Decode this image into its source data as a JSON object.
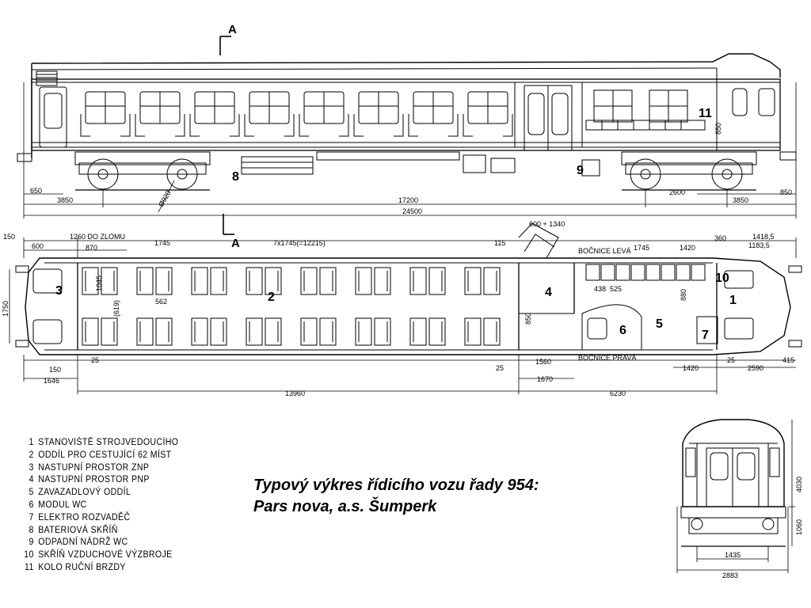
{
  "title": {
    "line1": "Typový výkres řídicího vozu řady 954:",
    "line2": "Pars nova, a.s. Šumperk"
  },
  "section_marks": {
    "top": "A",
    "bottom": "A"
  },
  "legend": [
    {
      "num": "1",
      "text": "STANOVIŠTĚ STROJVEDOUCÍHO"
    },
    {
      "num": "2",
      "text": "ODDÍL PRO CESTUJÍCÍ 62 MÍST"
    },
    {
      "num": "3",
      "text": "NASTUPNÍ PROSTOR ZNP"
    },
    {
      "num": "4",
      "text": "NASTUPNÍ PROSTOR PNP"
    },
    {
      "num": "5",
      "text": "ZAVAZADLOVÝ ODDÍL"
    },
    {
      "num": "6",
      "text": "MODUL WC"
    },
    {
      "num": "7",
      "text": "ELEKTRO ROZVADĚČ"
    },
    {
      "num": "8",
      "text": "BATERIOVÁ SKŘÍŇ"
    },
    {
      "num": "9",
      "text": "ODPADNÍ NÁDRŽ WC"
    },
    {
      "num": "10",
      "text": "SKŘÍŇ VZDUCHOVÉ VÝZBROJE"
    },
    {
      "num": "11",
      "text": "KOLO RUČNÍ BRZDY"
    }
  ],
  "side_view": {
    "labels": {
      "brake_wheel": "11",
      "battery": "8",
      "tank": "9"
    },
    "dims": {
      "d650": "650",
      "d3850_left": "3850",
      "d17200": "17200",
      "d2600": "2600",
      "d3850_right": "3850",
      "d850": "850",
      "d24500": "24500",
      "d920": "Ø920",
      "d850_cab": "850"
    }
  },
  "plan_view": {
    "labels": {
      "n1": "1",
      "n2": "2",
      "n3": "3",
      "n4": "4",
      "n5": "5",
      "n6": "6",
      "n7": "7",
      "n10": "10"
    },
    "side_left": "BOČNICE LEVÁ",
    "side_right": "BOČNICE PRAVÁ",
    "dims": {
      "d150_top": "150",
      "d1260": "1260 DO ZLOMU",
      "d1745_top": "1745",
      "d7x1745": "7x1745(=12215)",
      "d115": "115",
      "d600_1340": "600 + 1340",
      "d1745_right": "1745",
      "d1420_top": "1420",
      "d360": "360",
      "d1418": "1418,5",
      "d1183": "1183,5",
      "d600": "600",
      "d870": "870",
      "d1045": "1045",
      "d619": "(619)",
      "d562": "562",
      "d438": "438",
      "d525": "525",
      "d880": "880",
      "d850": "850",
      "d1750": "1750",
      "d25_left": "25",
      "d25_mid": "25",
      "d25_right": "25",
      "d150_bot": "150",
      "d1646": "1646",
      "d1560": "1560",
      "d1420_bot": "1420",
      "d2590": "2590",
      "d415": "415",
      "d1670": "1670",
      "d13960": "13960",
      "d6230": "6230"
    }
  },
  "end_view": {
    "dims": {
      "height": "4030",
      "lower": "1060",
      "gauge": "1435",
      "width": "2883"
    }
  }
}
